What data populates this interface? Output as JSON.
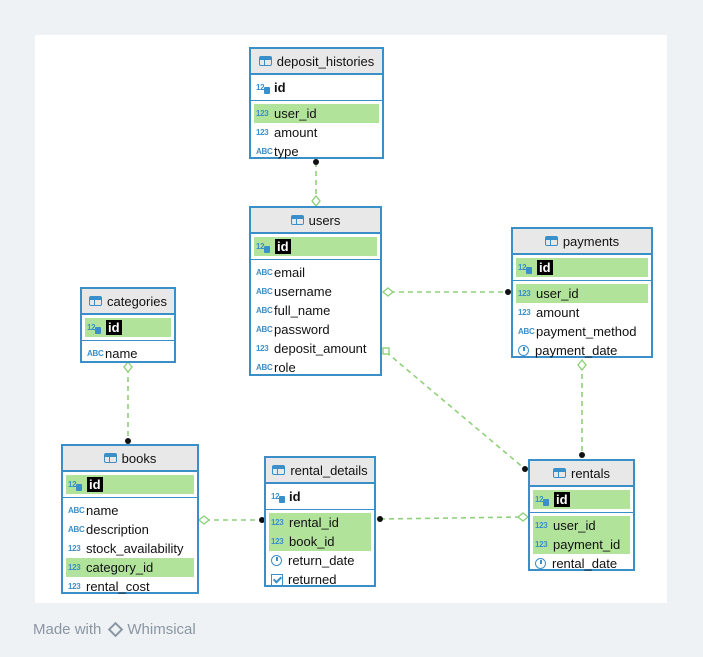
{
  "tables": {
    "deposit_histories": {
      "title": "deposit_histories",
      "id": "id",
      "user_id": "user_id",
      "amount": "amount",
      "type": "type"
    },
    "users": {
      "title": "users",
      "id": "id",
      "email": "email",
      "username": "username",
      "full_name": "full_name",
      "password": "password",
      "deposit_amount": "deposit_amount",
      "role": "role"
    },
    "payments": {
      "title": "payments",
      "id": "id",
      "user_id": "user_id",
      "amount": "amount",
      "payment_method": "payment_method",
      "payment_date": "payment_date"
    },
    "categories": {
      "title": "categories",
      "id": "id",
      "name": "name"
    },
    "books": {
      "title": "books",
      "id": "id",
      "name": "name",
      "description": "description",
      "stock_availability": "stock_availability",
      "category_id": "category_id",
      "rental_cost": "rental_cost"
    },
    "rental_details": {
      "title": "rental_details",
      "id": "id",
      "rental_id": "rental_id",
      "book_id": "book_id",
      "return_date": "return_date",
      "returned": "returned"
    },
    "rentals": {
      "title": "rentals",
      "id": "id",
      "user_id": "user_id",
      "payment_id": "payment_id",
      "rental_date": "rental_date"
    }
  },
  "icons": {
    "numeric": "123",
    "text": "ABC",
    "date": "clock-icon",
    "boolean": "checkbox-icon",
    "key": "key-icon"
  },
  "colors": {
    "border": "#3b8fc9",
    "highlight": "#b2e39a",
    "connector": "#8fd17a"
  },
  "footer": {
    "made_with": "Made with",
    "brand": "Whimsical"
  }
}
